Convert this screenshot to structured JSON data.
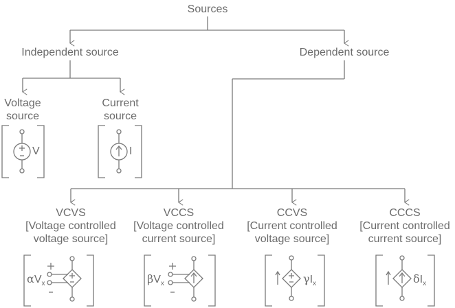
{
  "title": "Sources",
  "independent": {
    "label": "Independent source",
    "voltage": {
      "line1": "Voltage",
      "line2": "source",
      "symbol": "V",
      "icon": "voltage-source-icon"
    },
    "current": {
      "line1": "Current",
      "line2": "source",
      "symbol": "I",
      "icon": "current-source-icon"
    }
  },
  "dependent": {
    "label": "Dependent source",
    "types": [
      {
        "abbr": "VCVS",
        "line1": "[Voltage controlled",
        "line2": "voltage source]",
        "gain": "α",
        "var": "V",
        "sub": "x",
        "plus": "+",
        "minus": "-",
        "icon": "dependent-voltage-source-icon"
      },
      {
        "abbr": "VCCS",
        "line1": "[Voltage controlled",
        "line2": "current source]",
        "gain": "β",
        "var": "V",
        "sub": "x",
        "plus": "+",
        "minus": "-",
        "icon": "dependent-current-source-icon"
      },
      {
        "abbr": "CCVS",
        "line1": "[Current controlled",
        "line2": "voltage source]",
        "gain": "γ",
        "var": "I",
        "sub": "x",
        "icon": "dependent-voltage-source-icon"
      },
      {
        "abbr": "CCCS",
        "line1": "[Current controlled",
        "line2": "current source]",
        "gain": "δ",
        "var": "I",
        "sub": "x",
        "icon": "dependent-current-source-icon"
      }
    ]
  },
  "colors": {
    "line": "#7a7a7a",
    "text": "#6b6b6b"
  }
}
